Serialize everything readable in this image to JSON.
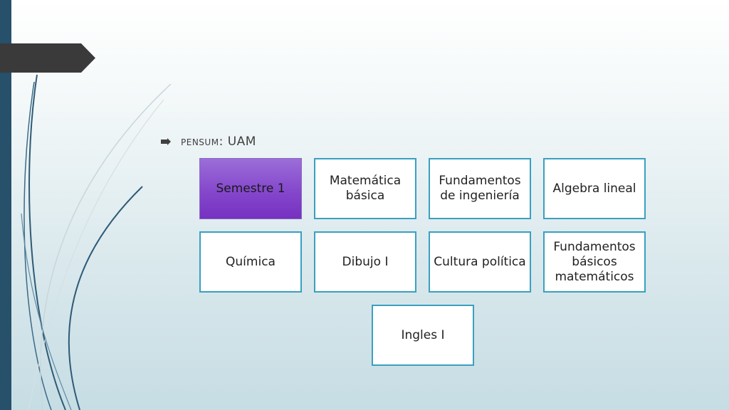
{
  "slide": {
    "bullet": {
      "label": "pensum",
      "separator": ":",
      "value": "UAM"
    },
    "boxes": [
      {
        "text": "Semestre 1",
        "highlighted": true
      },
      {
        "text": "Matemática básica"
      },
      {
        "text": "Fundamentos de ingeniería"
      },
      {
        "text": "Algebra lineal"
      },
      {
        "text": "Química"
      },
      {
        "text": "Dibujo I"
      },
      {
        "text": "Cultura política"
      },
      {
        "text": "Fundamentos básicos matemáticos"
      },
      {
        "text": "Ingles I"
      }
    ]
  },
  "colors": {
    "accent_bar": "#27506b",
    "title_tab": "#3a3a3a",
    "box_border": "#3aa0c0",
    "highlight_fill": "#8547cc"
  }
}
